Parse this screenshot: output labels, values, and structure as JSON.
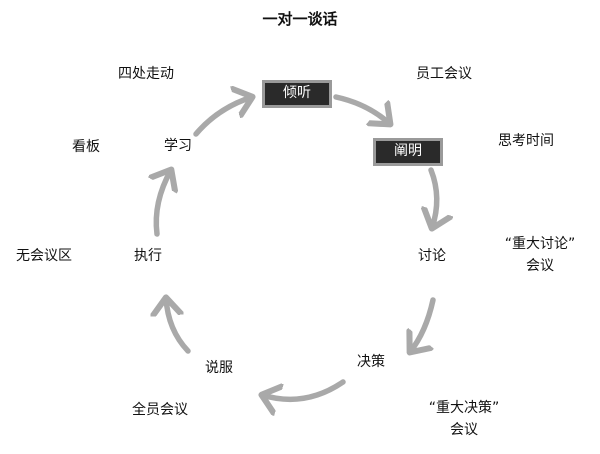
{
  "title": "一对一谈话",
  "cycle": {
    "listen": "倾听",
    "clarify": "阐明",
    "discuss": "讨论",
    "decide": "决策",
    "persuade": "说服",
    "execute": "执行",
    "learn": "学习"
  },
  "practices": {
    "staff_meeting": "员工会议",
    "think_time": "思考时间",
    "big_discussion_line1": "“重大讨论”",
    "big_discussion_line2": "会议",
    "big_decision_line1": "“重大决策”",
    "big_decision_line2": "会议",
    "all_hands": "全员会议",
    "no_meeting_zone": "无会议区",
    "kanban": "看板",
    "walk_around": "四处走动"
  },
  "colors": {
    "arrow": "#a9a9a9",
    "box_fill": "#2a2a2a",
    "box_border": "#9a9a9a"
  }
}
